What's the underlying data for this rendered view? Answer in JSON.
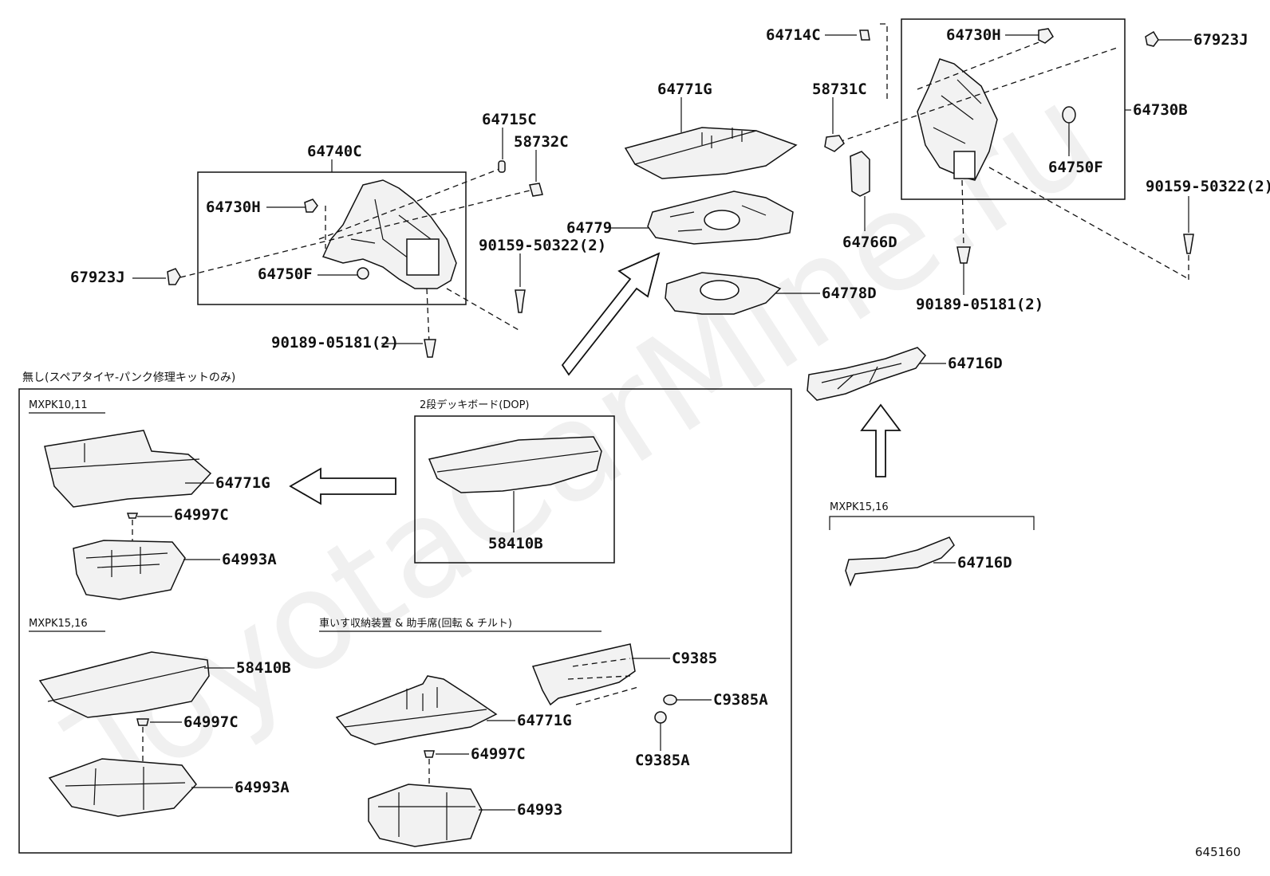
{
  "diagram": {
    "watermark": "ToyotaCarMine.ru",
    "figure_number": "645160",
    "labels": {
      "p64714C": "64714C",
      "p64730H_top": "64730H",
      "p67923J_top": "67923J",
      "p64771G_top": "64771G",
      "p58731C": "58731C",
      "p64730B": "64730B",
      "p64750F_right": "64750F",
      "p64715C": "64715C",
      "p58732C": "58732C",
      "p64740C": "64740C",
      "p64730H_left": "64730H",
      "p67923J_left": "67923J",
      "p64750F_left": "64750F",
      "p90159_left": "90159-50322(2)",
      "p90189_left": "90189-05181(2)",
      "p64779": "64779",
      "p64778D": "64778D",
      "p64766D": "64766D",
      "p90189_right": "90189-05181(2)",
      "p90159_right": "90159-50322(2)",
      "p64716D_top": "64716D",
      "p64716D_bottom": "64716D",
      "p64771G_a": "64771G",
      "p64997C_a": "64997C",
      "p64993A_a": "64993A",
      "p58410B_dop": "58410B",
      "p58410B_b": "58410B",
      "p64997C_b": "64997C",
      "p64993A_b": "64993A",
      "p64771G_c": "64771G",
      "p64997C_c": "64997C",
      "p64993": "64993",
      "pC9385": "C9385",
      "pC9385A_1": "C9385A",
      "pC9385A_2": "C9385A"
    },
    "sections": {
      "none_box_title": "無し(スペアタイヤ-パンク修理キットのみ)",
      "mxpk1011": "MXPK10,11",
      "mxpk1516_left": "MXPK15,16",
      "dop_title": "2段デッキボード(DOP)",
      "wheelchair_title": "車いす収納装置 & 助手席(回転 & チルト)",
      "mxpk1516_right": "MXPK15,16"
    }
  }
}
